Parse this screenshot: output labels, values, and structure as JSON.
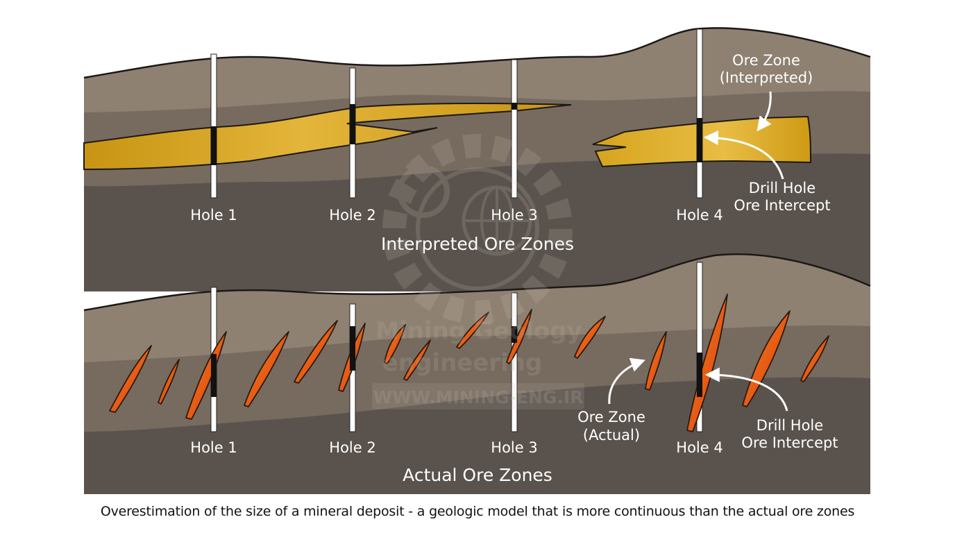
{
  "top_panel": {
    "title": "Interpreted Ore Zones",
    "holes": [
      "Hole 1",
      "Hole 2",
      "Hole 3",
      "Hole 4"
    ],
    "callout_ore_zone": [
      "Ore Zone",
      "(Interpreted)"
    ],
    "callout_intercept": [
      "Drill Hole",
      "Ore Intercept"
    ]
  },
  "bottom_panel": {
    "title": "Actual Ore Zones",
    "holes": [
      "Hole 1",
      "Hole 2",
      "Hole 3",
      "Hole 4"
    ],
    "callout_ore_zone": [
      "Ore Zone",
      "(Actual)"
    ],
    "callout_intercept": [
      "Drill Hole",
      "Ore Intercept"
    ]
  },
  "watermark": {
    "line1": "Mining Geology",
    "line2": "engineering",
    "url": "WWW.MINING-ENG.IR"
  },
  "caption": "Overestimation of the size of a mineral deposit - a geologic model that is more continuous than the actual ore zones",
  "colors": {
    "surface_layer": "#8d8070",
    "middle_layer": "#77685d",
    "deep_layer": "#5a534d",
    "interpreted_ore": "#d4a21a",
    "actual_ore": "#ee6a1c",
    "drill_hole": "#ffffff",
    "intercept": "#111111"
  }
}
